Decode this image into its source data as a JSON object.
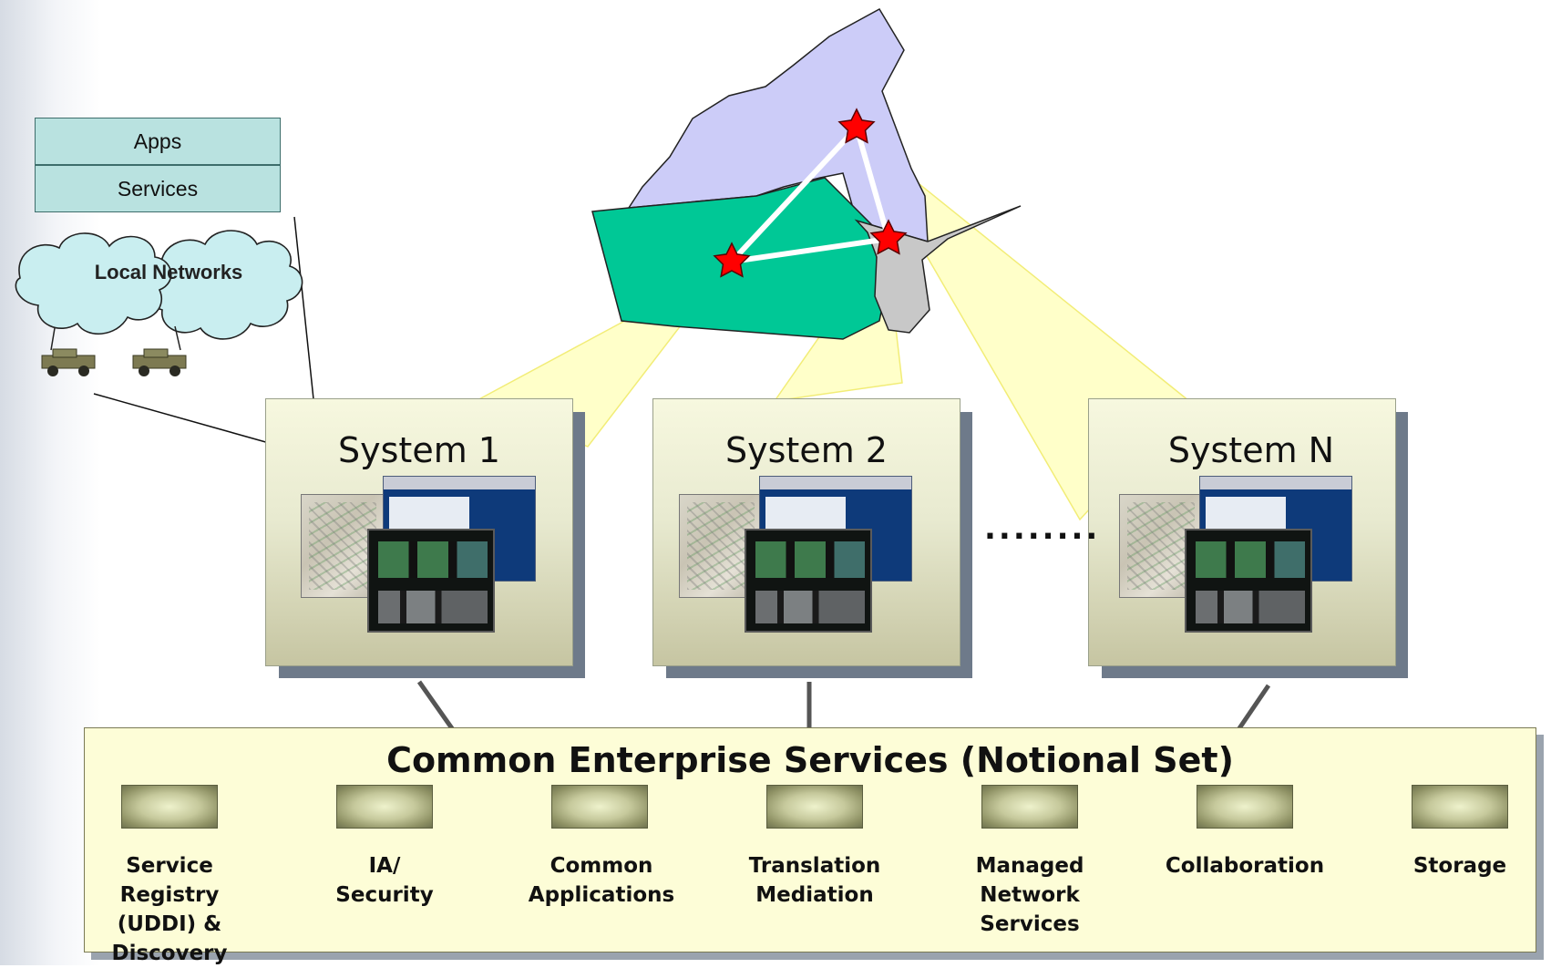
{
  "stack": {
    "apps_label": "Apps",
    "services_label": "Services"
  },
  "local_networks": {
    "label": "Local Networks"
  },
  "systems": [
    {
      "title": "System 1"
    },
    {
      "title": "System 2"
    },
    {
      "title": "System N"
    }
  ],
  "ellipsis": "........",
  "map": {
    "region_colors": {
      "north": "#ccccf8",
      "west": "#00c896",
      "east": "#c8c8c8"
    },
    "star_color": "#ff0000",
    "beam_color": "#ffffc0",
    "link_color": "#ffffff"
  },
  "enterprise": {
    "title": "Common Enterprise Services (Notional Set)",
    "services": [
      {
        "label": "Service\nRegistry\n(UDDI) &\nDiscovery"
      },
      {
        "label": "IA/\nSecurity"
      },
      {
        "label": "Common\nApplications"
      },
      {
        "label": "Translation\nMediation"
      },
      {
        "label": "Managed\nNetwork\nServices"
      },
      {
        "label": "Collaboration"
      },
      {
        "label": "Storage"
      }
    ]
  }
}
